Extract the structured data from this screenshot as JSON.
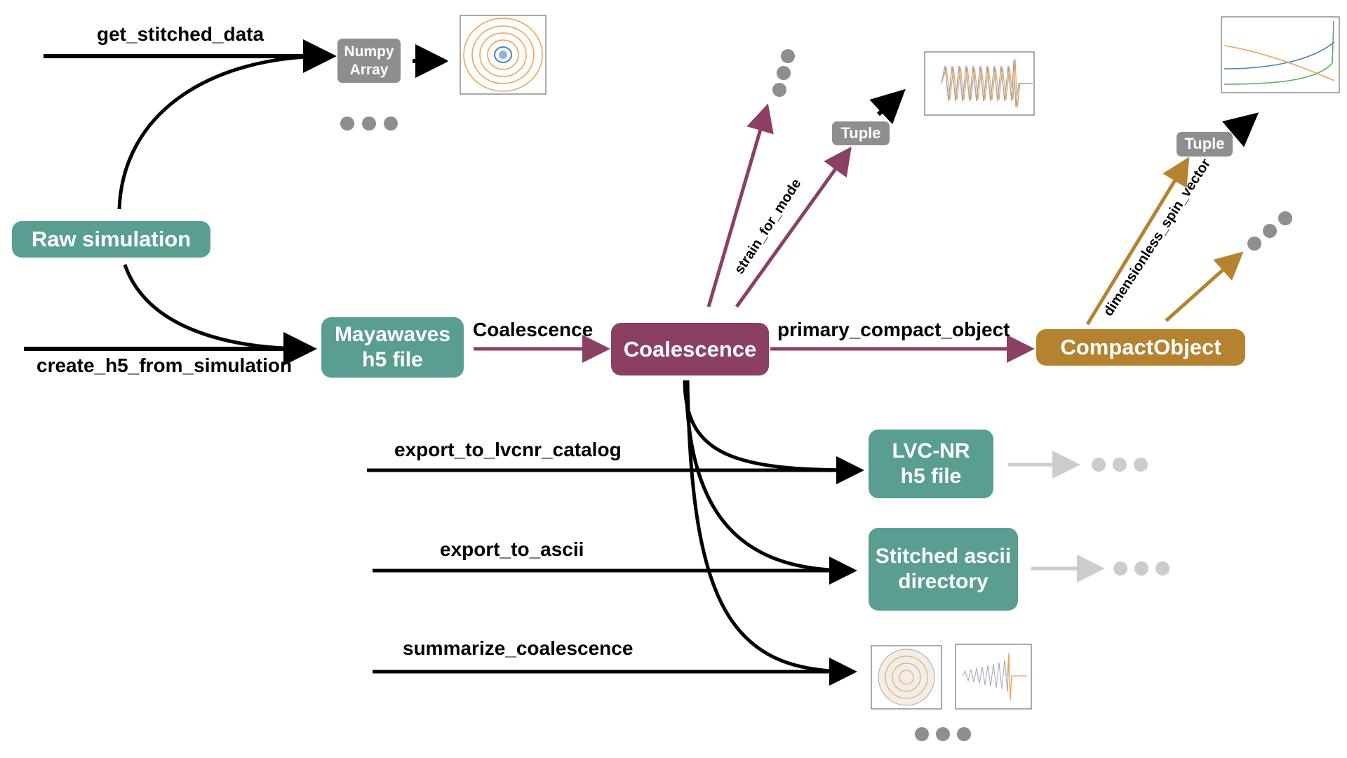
{
  "colors": {
    "teal": "#5a9e92",
    "maroon": "#8b3f63",
    "brown": "#b5822f",
    "gray": "#8e8e8e",
    "black": "#000000",
    "light_gray": "#cccccc",
    "plot_orange": "#f0a050",
    "plot_blue": "#4a7fbf"
  },
  "nodes": {
    "raw_simulation": "Raw simulation",
    "numpy_array": [
      "Numpy",
      "Array"
    ],
    "mayawaves_h5": [
      "Mayawaves",
      "h5 file"
    ],
    "coalescence": "Coalescence",
    "compact_object": "CompactObject",
    "lvcnr_h5": [
      "LVC-NR",
      "h5 file"
    ],
    "stitched_ascii": [
      "Stitched ascii",
      "directory"
    ],
    "tuple_strain": "Tuple",
    "tuple_spin": "Tuple"
  },
  "edges": {
    "get_stitched_data": "get_stitched_data",
    "create_h5_from_simulation": "create_h5_from_simulation",
    "coalescence": "Coalescence",
    "primary_compact_object": "primary_compact_object",
    "strain_for_mode": "strain_for_mode",
    "dimensionless_spin_vector": "dimensionless_spin_vector",
    "export_to_lvcnr_catalog": "export_to_lvcnr_catalog",
    "export_to_ascii": "export_to_ascii",
    "summarize_coalescence": "summarize_coalescence"
  },
  "icons": {
    "thumbnail_orbit": "orbit-plot-thumbnail",
    "thumbnail_strain": "strain-plot-thumbnail",
    "thumbnail_spin": "spin-plot-thumbnail",
    "thumbnail_summary_orbit": "summary-orbit-thumbnail",
    "thumbnail_summary_strain": "summary-strain-thumbnail",
    "ellipsis": "ellipsis-dots-icon"
  }
}
